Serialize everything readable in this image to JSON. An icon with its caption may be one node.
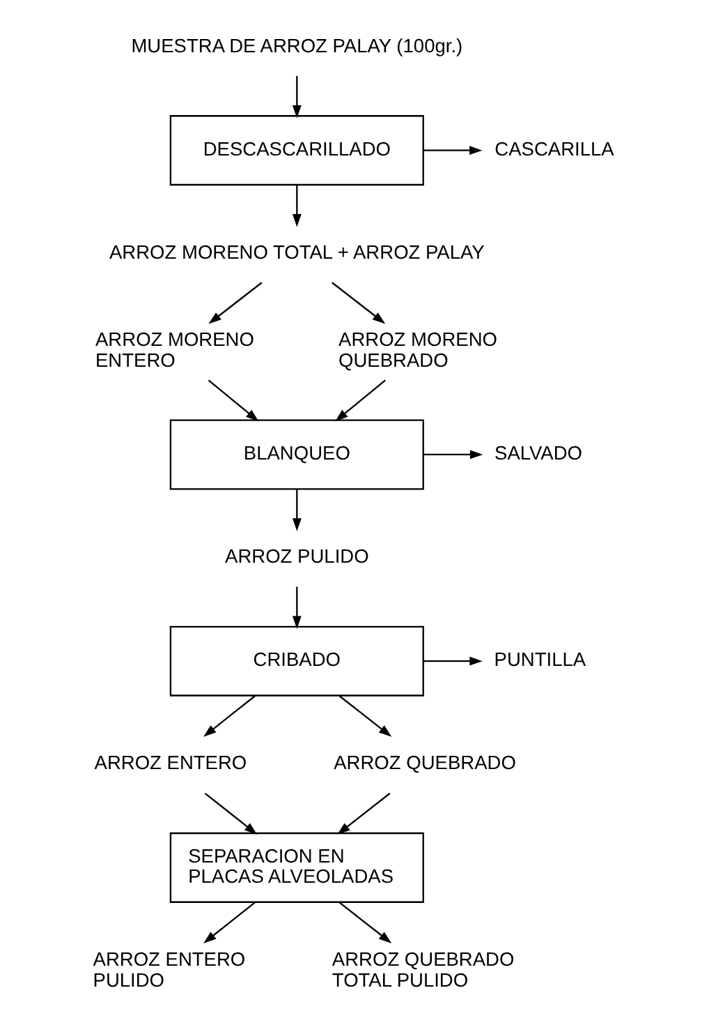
{
  "diagram": {
    "nodes": [
      {
        "text": [
          "MUESTRA DE ARROZ PALAY (100gr.)"
        ]
      },
      {
        "text": [
          "DESCASCARILLADO"
        ]
      },
      {
        "text": [
          "CASCARILLA"
        ]
      },
      {
        "text": [
          "ARROZ MORENO TOTAL + ARROZ PALAY"
        ]
      },
      {
        "text": [
          "ARROZ MORENO ENTERO"
        ]
      },
      {
        "text": [
          "ARROZ MORENO QUEBRADO"
        ]
      },
      {
        "text": [
          "BLANQUEO"
        ]
      },
      {
        "text": [
          "SALVADO"
        ]
      },
      {
        "text": [
          "ARROZ PULIDO"
        ]
      },
      {
        "text": [
          "CRIBADO"
        ]
      },
      {
        "text": [
          "PUNTILLA"
        ]
      },
      {
        "text": [
          "ARROZ ENTERO"
        ]
      },
      {
        "text": [
          "ARROZ QUEBRADO"
        ]
      },
      {
        "text": [
          "SEPARACION EN PLACAS ALVEOLADAS"
        ]
      },
      {
        "text": [
          "ARROZ ENTERO PULIDO"
        ]
      },
      {
        "text": [
          "ARROZ QUEBRADO TOTAL PULIDO"
        ]
      }
    ],
    "edges": [
      {
        "from": 0,
        "to": 1,
        "arrow": "to"
      },
      {
        "from": 1,
        "to": 2,
        "arrow": "to"
      },
      {
        "from": 1,
        "to": 3,
        "arrow": "to"
      },
      {
        "from": 3,
        "to": 4,
        "arrow": "to"
      },
      {
        "from": 3,
        "to": 5,
        "arrow": "to"
      },
      {
        "from": 4,
        "to": 6,
        "arrow": "to"
      },
      {
        "from": 5,
        "to": 6,
        "arrow": "to"
      },
      {
        "from": 6,
        "to": 7,
        "arrow": "to"
      },
      {
        "from": 6,
        "to": 8,
        "arrow": "to"
      },
      {
        "from": 8,
        "to": 9,
        "arrow": "to"
      },
      {
        "from": 9,
        "to": 10,
        "arrow": "to"
      },
      {
        "from": 9,
        "to": 11,
        "arrow": "to"
      },
      {
        "from": 9,
        "to": 12,
        "arrow": "to"
      },
      {
        "from": 11,
        "to": 13,
        "arrow": "to"
      },
      {
        "from": 12,
        "to": 13,
        "arrow": "to"
      },
      {
        "from": 13,
        "to": 14,
        "arrow": "to"
      },
      {
        "from": 13,
        "to": 15,
        "arrow": "to"
      }
    ]
  }
}
